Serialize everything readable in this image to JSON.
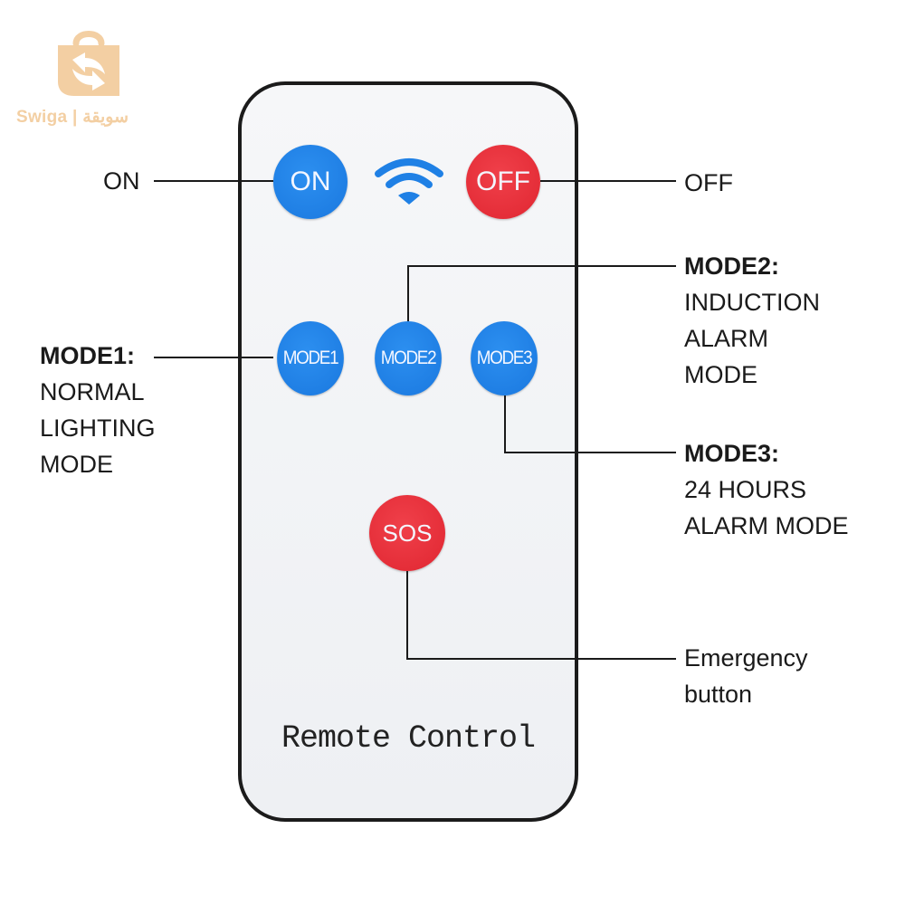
{
  "logo": {
    "brand_text": "Swiga | سويقة",
    "icon": "shopping-bag-swap-icon",
    "color": "#f3cfa3"
  },
  "remote": {
    "title": "Remote Control",
    "buttons": {
      "on": "ON",
      "off": "OFF",
      "mode1": "MODE1",
      "mode2": "MODE2",
      "mode3": "MODE3",
      "sos": "SOS"
    },
    "signal_icon": "wifi-icon",
    "colors": {
      "blue": "#1f80e5",
      "red": "#e8313b",
      "border": "#1b1b1b"
    }
  },
  "callouts": {
    "on": {
      "text": "ON"
    },
    "off": {
      "text": "OFF"
    },
    "mode1": {
      "heading": "MODE1:",
      "lines": [
        "NORMAL",
        "LIGHTING",
        "MODE"
      ]
    },
    "mode2": {
      "heading": "MODE2:",
      "lines": [
        "INDUCTION",
        "ALARM",
        "MODE"
      ]
    },
    "mode3": {
      "heading": "MODE3:",
      "lines": [
        "24 HOURS",
        "ALARM MODE"
      ]
    },
    "sos": {
      "lines": [
        "Emergency",
        "button"
      ]
    }
  }
}
